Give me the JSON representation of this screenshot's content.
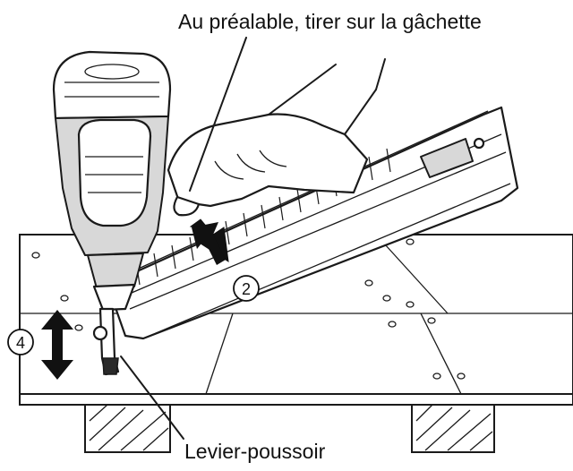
{
  "labels": {
    "top": "Au préalable, tirer sur la gâchette",
    "bottom": "Levier-poussoir"
  },
  "steps": {
    "arrow_push": "2",
    "arrow_updown": "4"
  }
}
